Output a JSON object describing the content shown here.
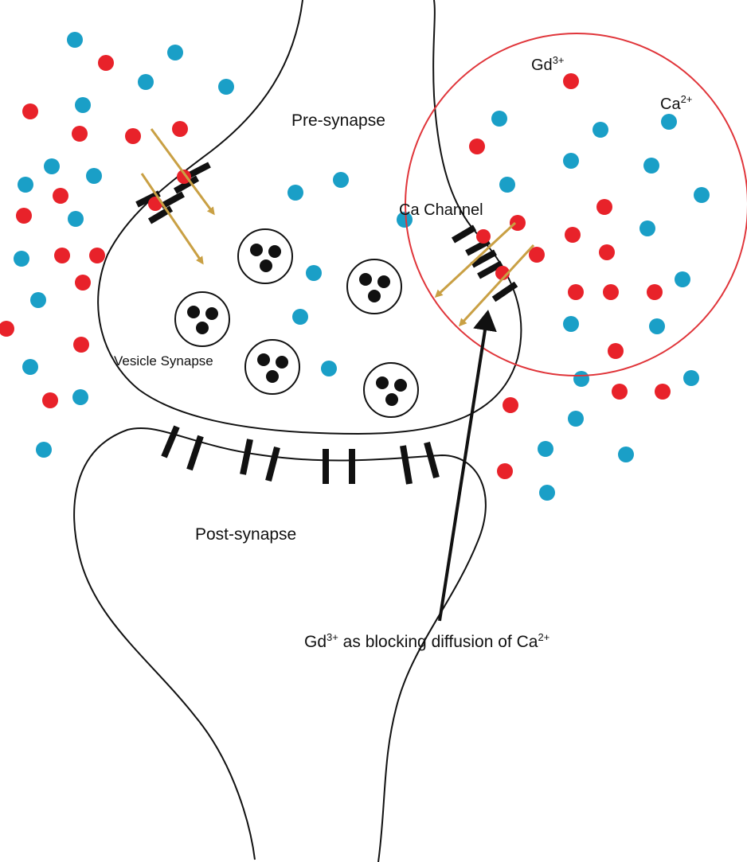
{
  "labels": {
    "pre_synapse": "Pre-synapse",
    "post_synapse": "Post-synapse",
    "vesicle_synapse": "Vesicle Synapse",
    "ca_channel": "Ca Channel",
    "gd_ion": {
      "base": "Gd",
      "charge": "3+"
    },
    "ca_ion": {
      "base": "Ca",
      "charge": "2+"
    },
    "caption": {
      "part1": "Gd",
      "sup1": "3+",
      "part2": " as blocking diffusion of Ca",
      "sup2": "2+"
    }
  },
  "colors": {
    "gd_ion": "#e8222a",
    "ca_ion": "#1a9fc7",
    "ion_flow_arrow": "#c9a044",
    "highlight_circle": "#e0353a",
    "membrane": "#111111"
  }
}
